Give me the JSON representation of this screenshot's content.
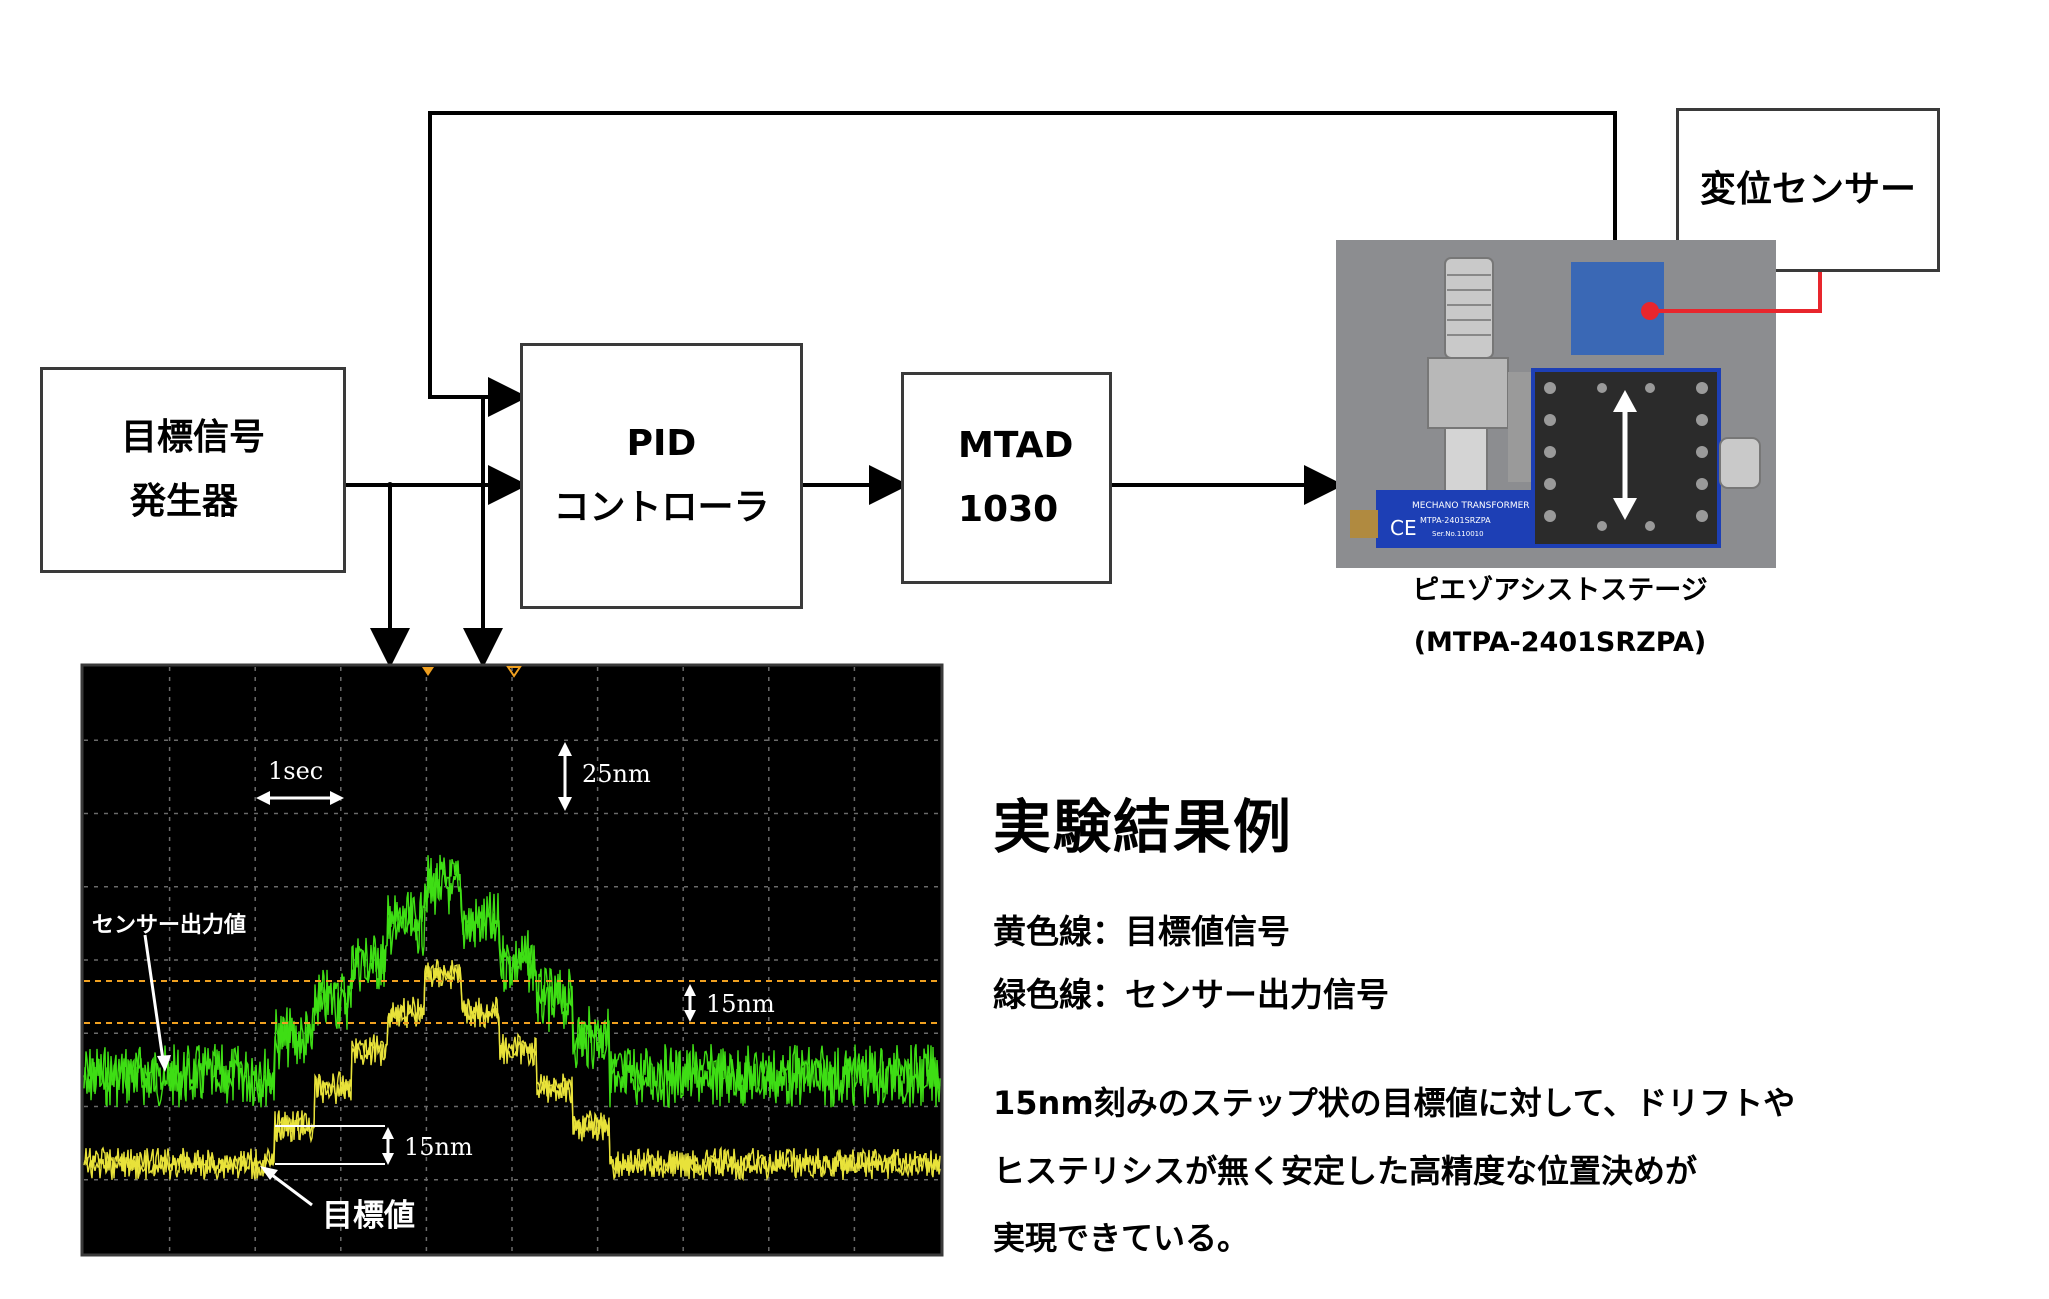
{
  "blocks": {
    "generator": [
      "目標信号",
      "発生器"
    ],
    "pid": [
      "PID",
      "コントローラ"
    ],
    "driver": [
      "MTAD",
      "1030"
    ],
    "sensor": "変位センサー"
  },
  "stage": {
    "name": "ピエゾアシストステージ",
    "model": "(MTPA-2401SRZPA)",
    "device_text": [
      "MECHANO TRANSFORMER",
      "MTPA-2401SRZPA",
      "Ser.No.110010"
    ]
  },
  "scope": {
    "time_scale": "1sec",
    "vert_scale": "25nm",
    "step_label": "15nm",
    "step_label_2": "15nm",
    "sensor_label": "センサー出力値",
    "target_label": "目標値"
  },
  "results": {
    "title": "実験結果例",
    "legend_yellow": "黄色線：目標値信号",
    "legend_green": "緑色線：センサー出力信号",
    "description": [
      "15nm刻みのステップ状の目標値に対して、ドリフトや",
      "ヒステリシスが無く安定した高精度な位置決めが",
      "実現できている。"
    ]
  },
  "colors": {
    "arrow": "#000000",
    "sensor_block": "#3a68b5",
    "sensor_line": "#e8262d",
    "trace_green": "#3ede14",
    "trace_yellow": "#e8e23a",
    "scope_bg": "#000000",
    "grid": "#6a6a6a",
    "marker": "#f0a020",
    "stage_bg": "#8c8d90",
    "stage_blue": "#1d3fb5"
  }
}
